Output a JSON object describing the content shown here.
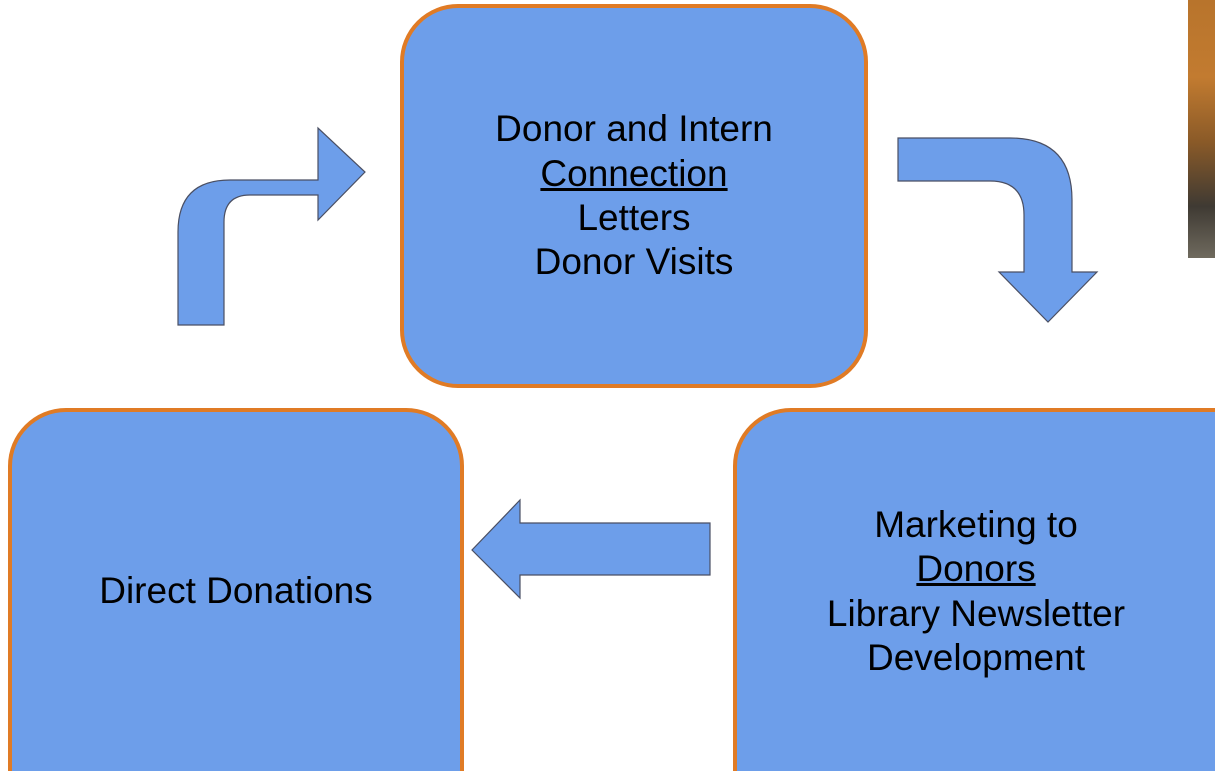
{
  "nodes": {
    "top": {
      "line1": "Donor and Intern",
      "line2": "Connection",
      "line3": "Letters",
      "line4": "Donor Visits"
    },
    "right": {
      "line1": "Marketing to",
      "line2": "Donors",
      "line3": "Library Newsletter",
      "line4": "Development"
    },
    "left": {
      "line1": "Direct Donations"
    }
  },
  "colors": {
    "box_fill": "#6d9eea",
    "box_border": "#e07b25",
    "arrow_fill": "#6d9eea",
    "arrow_stroke": "#4a4f63"
  }
}
